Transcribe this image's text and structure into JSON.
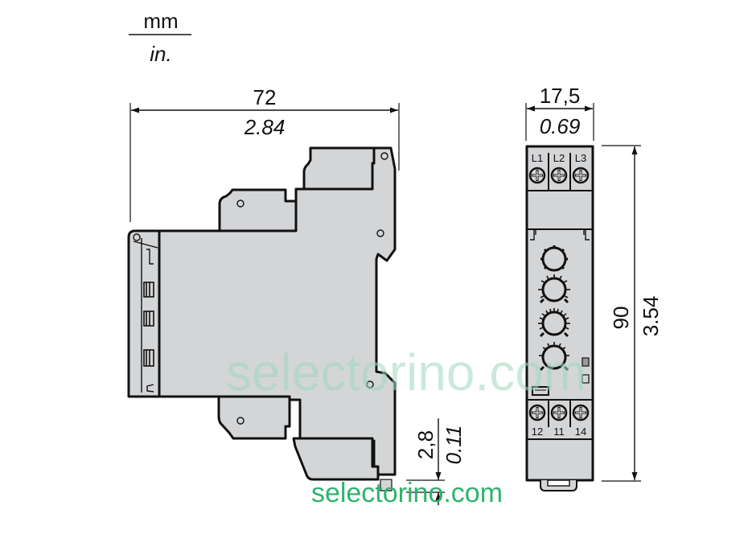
{
  "units": {
    "primary": "mm",
    "secondary": "in."
  },
  "dimensions": {
    "width": {
      "mm": "72",
      "in": "2.84"
    },
    "depth": {
      "mm": "17,5",
      "in": "0.69"
    },
    "height": {
      "mm": "90",
      "in": "3.54"
    },
    "rail_offset": {
      "mm": "2,8",
      "in": "0.11"
    }
  },
  "terminals": {
    "top": [
      "L1",
      "L2",
      "L3"
    ],
    "bottom": [
      "12",
      "11",
      "14"
    ]
  },
  "front_panel": {
    "knobs": 4,
    "leds": 2
  },
  "watermark": {
    "large": "selectorino.com",
    "small": "selectorino.com"
  },
  "colors": {
    "housing": "#d4d5d7",
    "outline": "#111111",
    "watermark_light": "#9fd8bd",
    "watermark_strong": "#2fb36f"
  }
}
